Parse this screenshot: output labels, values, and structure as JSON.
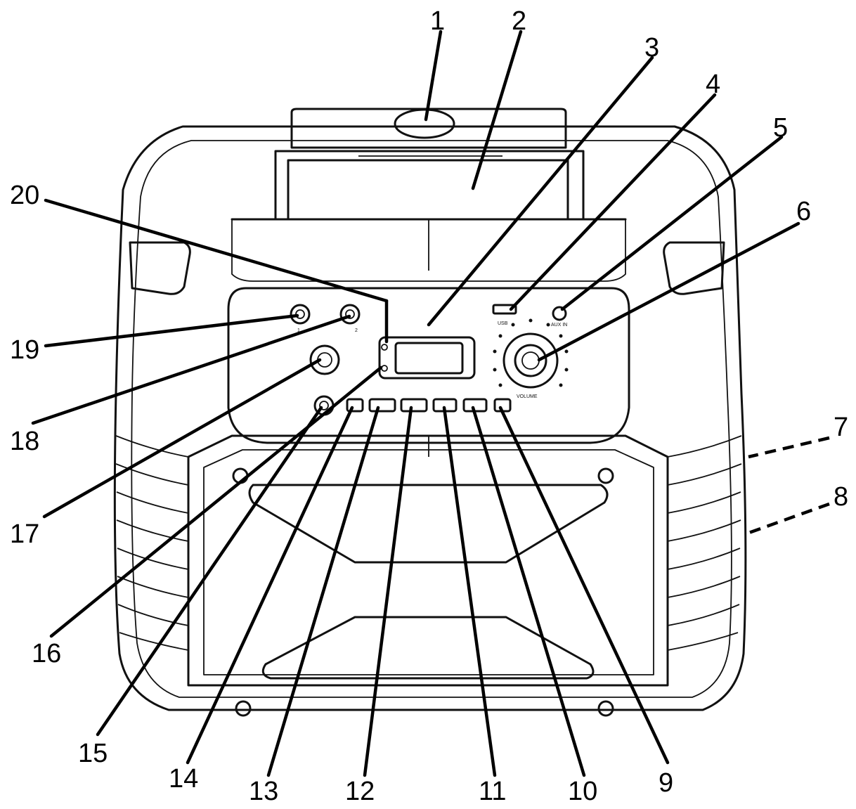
{
  "callouts": [
    {
      "id": "1",
      "label": "1"
    },
    {
      "id": "2",
      "label": "2"
    },
    {
      "id": "3",
      "label": "3"
    },
    {
      "id": "4",
      "label": "4"
    },
    {
      "id": "5",
      "label": "5"
    },
    {
      "id": "6",
      "label": "6"
    },
    {
      "id": "7",
      "label": "7"
    },
    {
      "id": "8",
      "label": "8"
    },
    {
      "id": "9",
      "label": "9"
    },
    {
      "id": "10",
      "label": "10"
    },
    {
      "id": "11",
      "label": "11"
    },
    {
      "id": "12",
      "label": "12"
    },
    {
      "id": "13",
      "label": "13"
    },
    {
      "id": "14",
      "label": "14"
    },
    {
      "id": "15",
      "label": "15"
    },
    {
      "id": "16",
      "label": "16"
    },
    {
      "id": "17",
      "label": "17"
    },
    {
      "id": "18",
      "label": "18"
    },
    {
      "id": "19",
      "label": "19"
    },
    {
      "id": "20",
      "label": "20"
    }
  ],
  "panel": {
    "usb_label": "USB",
    "aux_label": "AUX IN",
    "volume_label": "VOLUME",
    "mic_1": "1",
    "mic_2": "2"
  }
}
